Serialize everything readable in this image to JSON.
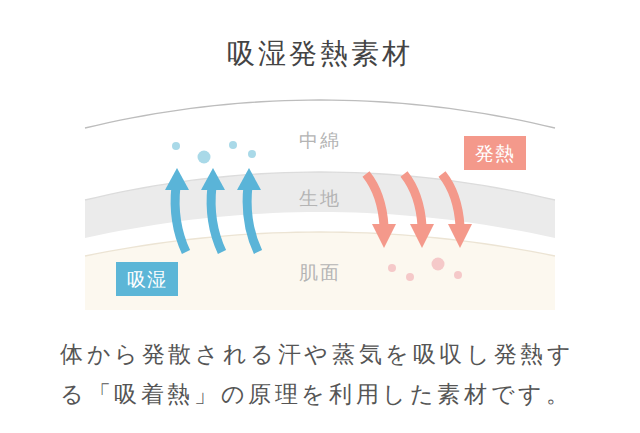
{
  "diagram": {
    "title": "吸湿発熱素材",
    "caption": "体から発散される汗や蒸気を吸収し発熱する「吸着熱」の原理を利用した素材です。",
    "nodes": [
      {
        "text": [
          "中綿"
        ]
      },
      {
        "text": [
          "生地"
        ]
      },
      {
        "text": [
          "肌面"
        ]
      },
      {
        "text": [
          "発熱"
        ],
        "in": 0
      },
      {
        "text": [
          "吸湿"
        ],
        "in": 2
      }
    ]
  }
}
